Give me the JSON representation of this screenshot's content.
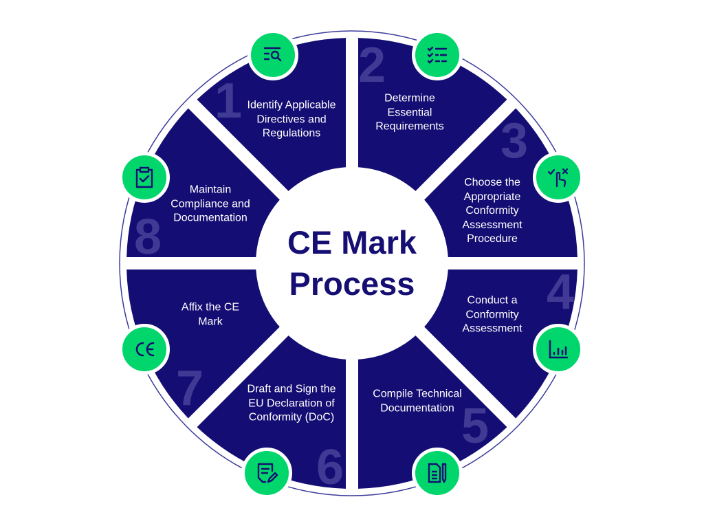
{
  "title_line1": "CE Mark",
  "title_line2": "Process",
  "colors": {
    "segment": "#140d73",
    "number": "#403a94",
    "icon_bg": "#00d66c",
    "ring": "#3b3b9c"
  },
  "steps": [
    {
      "number": "1",
      "label": "Identify Applicable Directives and Regulations",
      "icon": "search-list-icon"
    },
    {
      "number": "2",
      "label": "Determine Essential Requirements",
      "icon": "checklist-icon"
    },
    {
      "number": "3",
      "label": "Choose the Appropriate Conformity Assessment Procedure",
      "icon": "hand-check-cross-icon"
    },
    {
      "number": "4",
      "label": "Conduct a Conformity Assessment",
      "icon": "bar-chart-icon"
    },
    {
      "number": "5",
      "label": "Compile Technical Documentation",
      "icon": "document-pencil-icon"
    },
    {
      "number": "6",
      "label": "Draft and Sign the EU Declaration of Conformity (DoC)",
      "icon": "sign-document-icon"
    },
    {
      "number": "7",
      "label": "Affix the CE Mark",
      "icon": "ce-mark-icon"
    },
    {
      "number": "8",
      "label": "Maintain Compliance and Documentation",
      "icon": "clipboard-check-icon"
    }
  ]
}
